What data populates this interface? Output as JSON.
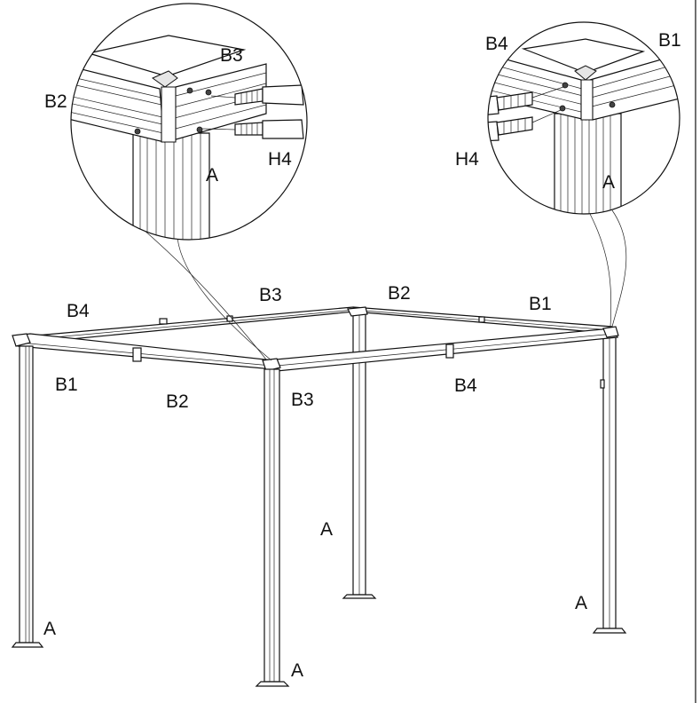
{
  "diagram": {
    "labels": {
      "detail_left_b3": "B3",
      "detail_left_b2": "B2",
      "detail_left_a": "A",
      "detail_left_h4": "H4",
      "detail_right_b4": "B4",
      "detail_right_b1": "B1",
      "detail_right_h4": "H4",
      "detail_right_a": "A",
      "top_b4": "B4",
      "top_b3": "B3",
      "top_b2": "B2",
      "top_b1": "B1",
      "front_b1": "B1",
      "front_b2": "B2",
      "front_b3": "B3",
      "front_b4": "B4",
      "post_back_a": "A",
      "post_left_a": "A",
      "post_front_a": "A",
      "post_right_a": "A"
    }
  }
}
